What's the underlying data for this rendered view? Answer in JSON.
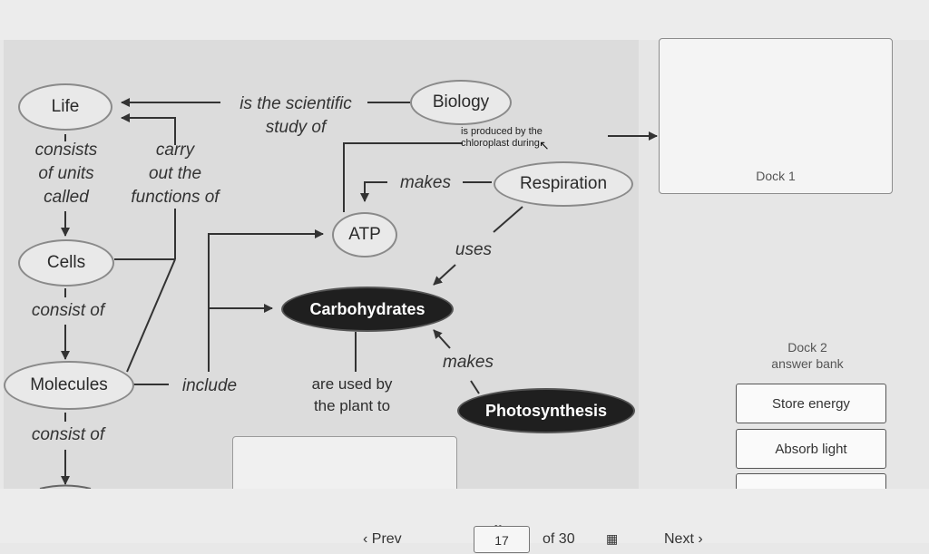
{
  "concept_map": {
    "nodes": {
      "life": "Life",
      "biology": "Biology",
      "respiration": "Respiration",
      "atp": "ATP",
      "cells": "Cells",
      "carbohydrates": "Carbohydrates",
      "molecules": "Molecules",
      "photosynthesis": "Photosynthesis"
    },
    "links": {
      "is_scientific_study_1": "is the scientific",
      "is_scientific_study_2": "study of",
      "consists_1": "consists",
      "consists_2": "of units",
      "consists_3": "called",
      "carry_1": "carry",
      "carry_2": "out the",
      "carry_3": "functions of",
      "makes_atp": "makes",
      "uses": "uses",
      "consist_of_1": "consist of",
      "makes_carb": "makes",
      "include": "include",
      "are_used_1": "are used by",
      "are_used_2": "the plant to",
      "consist_of_2": "consist of",
      "produced_1": "is produced by the",
      "produced_2": "chloroplast during"
    }
  },
  "docks": {
    "dock1_label": "Dock 1",
    "dock2_label_1": "Dock 2",
    "dock2_label_2": "answer bank"
  },
  "answer_bank": [
    "Store energy",
    "Absorb light"
  ],
  "pagination": {
    "prev": "Prev",
    "current": "17",
    "of_total": "of 30",
    "next": "Next"
  }
}
